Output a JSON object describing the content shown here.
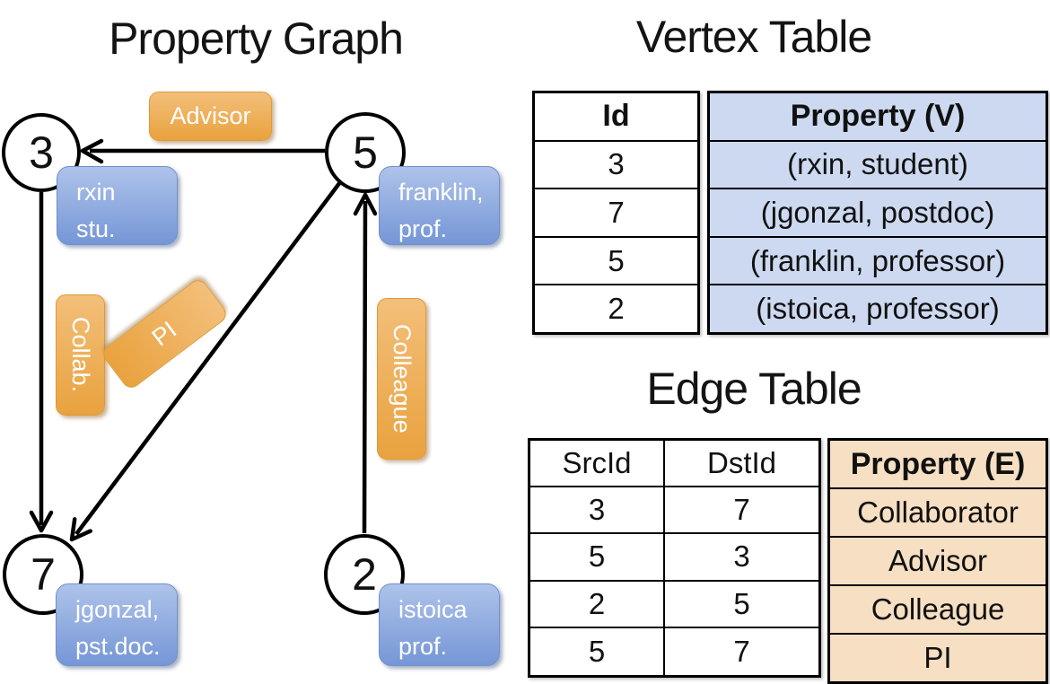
{
  "graph": {
    "title": "Property Graph",
    "vertices": [
      {
        "id": "3",
        "lines": [
          "rxin",
          "stu."
        ]
      },
      {
        "id": "5",
        "lines": [
          "franklin,",
          "prof."
        ]
      },
      {
        "id": "7",
        "lines": [
          "jgonzal,",
          "pst.doc."
        ]
      },
      {
        "id": "2",
        "lines": [
          "istoica",
          "prof."
        ]
      }
    ],
    "edges": [
      {
        "label": "Advisor",
        "src": "5",
        "dst": "3"
      },
      {
        "label": "Collab.",
        "src": "3",
        "dst": "7"
      },
      {
        "label": "PI",
        "src": "5",
        "dst": "7"
      },
      {
        "label": "Colleague",
        "src": "2",
        "dst": "5"
      }
    ]
  },
  "vertex_table": {
    "title": "Vertex Table",
    "columns": [
      "Id",
      "Property (V)"
    ],
    "rows": [
      [
        "3",
        "(rxin, student)"
      ],
      [
        "7",
        "(jgonzal, postdoc)"
      ],
      [
        "5",
        "(franklin, professor)"
      ],
      [
        "2",
        "(istoica, professor)"
      ]
    ]
  },
  "edge_table": {
    "title": "Edge Table",
    "columns": [
      "SrcId",
      "DstId",
      "Property (E)"
    ],
    "rows": [
      [
        "3",
        "7",
        "Collaborator"
      ],
      [
        "5",
        "3",
        "Advisor"
      ],
      [
        "2",
        "5",
        "Colleague"
      ],
      [
        "5",
        "7",
        "PI"
      ]
    ]
  },
  "colors": {
    "vertex_property_fill": "#cdd9f0",
    "edge_property_fill": "#f6dfc2",
    "orange_top": "#f3bf7a",
    "orange_bottom": "#e9a23e",
    "blue_top": "#aec3ea",
    "blue_bottom": "#7596d6",
    "stroke": "#000000"
  }
}
